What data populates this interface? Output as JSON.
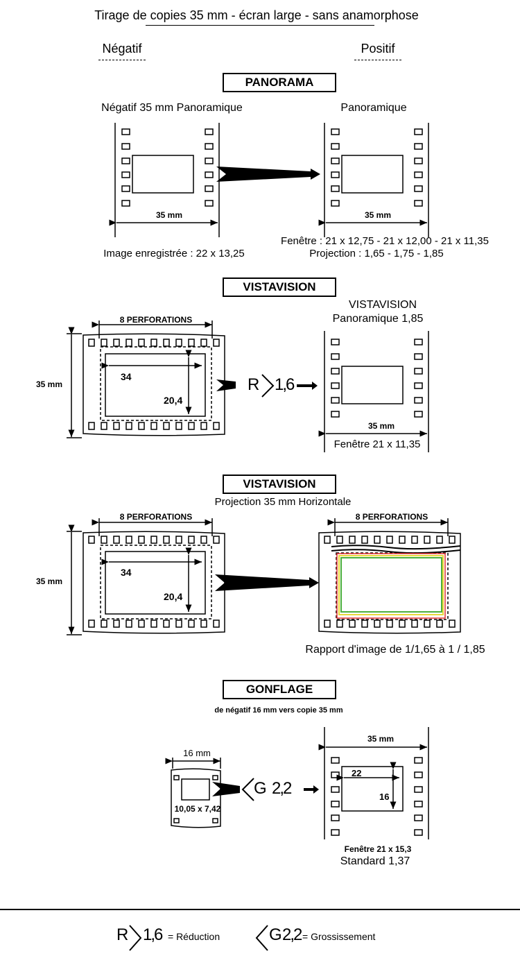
{
  "title": "Tirage de copies 35 mm - écran large -  sans anamorphose",
  "columns": {
    "negative": "Négatif",
    "positive": "Positif"
  },
  "panorama": {
    "heading": "PANORAMA",
    "left_caption": "Négatif 35 mm Panoramique",
    "right_caption": "Panoramique",
    "left_width_label": "35 mm",
    "right_width_label": "35 mm",
    "left_recorded": "Image enregistrée  : 22 x 13,25",
    "window_line": "Fenêtre : 21 x 12,75 - 21 x 12,00 - 21 x 11,35",
    "projection_line": "Projection : 1,65 - 1,75 - 1,85"
  },
  "vistavision1": {
    "heading": "VISTAVISION",
    "perforations": "8  PERFORATIONS",
    "height_label": "35 mm",
    "dim_w": "34",
    "dim_h": "20,4",
    "reduction_R": "R",
    "reduction_value": "1,6",
    "right_title": "VISTAVISION",
    "right_subtitle": "Panoramique 1,85",
    "right_width_label": "35 mm",
    "right_window": "Fenêtre 21 x 11,35"
  },
  "vistavision2": {
    "heading": "VISTAVISION",
    "subheading": "Projection 35 mm Horizontale",
    "perforations_left": "8  PERFORATIONS",
    "perforations_right": "8  PERFORATIONS",
    "height_label": "35 mm",
    "dim_w": "34",
    "dim_h": "20,4",
    "ratio_caption": "Rapport d'image de 1/1,65 à 1 / 1,85",
    "frame_colors": {
      "red": "#e03030",
      "yellow": "#e8d83a",
      "green": "#4caf3c"
    }
  },
  "gonflage": {
    "heading": "GONFLAGE",
    "subheading": "de négatif  16 mm vers copie 35 mm",
    "small_width": "16 mm",
    "small_dims": "10,05 x 7,42",
    "enlarge_G": "G",
    "enlarge_value": "2,2",
    "right_width": "35 mm",
    "dim_w": "22",
    "dim_h": "16",
    "window": "Fenêtre 21 x 15,3",
    "standard": "Standard 1,37"
  },
  "legend": {
    "reduction_R": "R",
    "reduction_value": "1,6",
    "reduction_label": "= Réduction",
    "enlarge_G": "G",
    "enlarge_value": "2,2",
    "enlarge_label": "= Grossissement"
  }
}
